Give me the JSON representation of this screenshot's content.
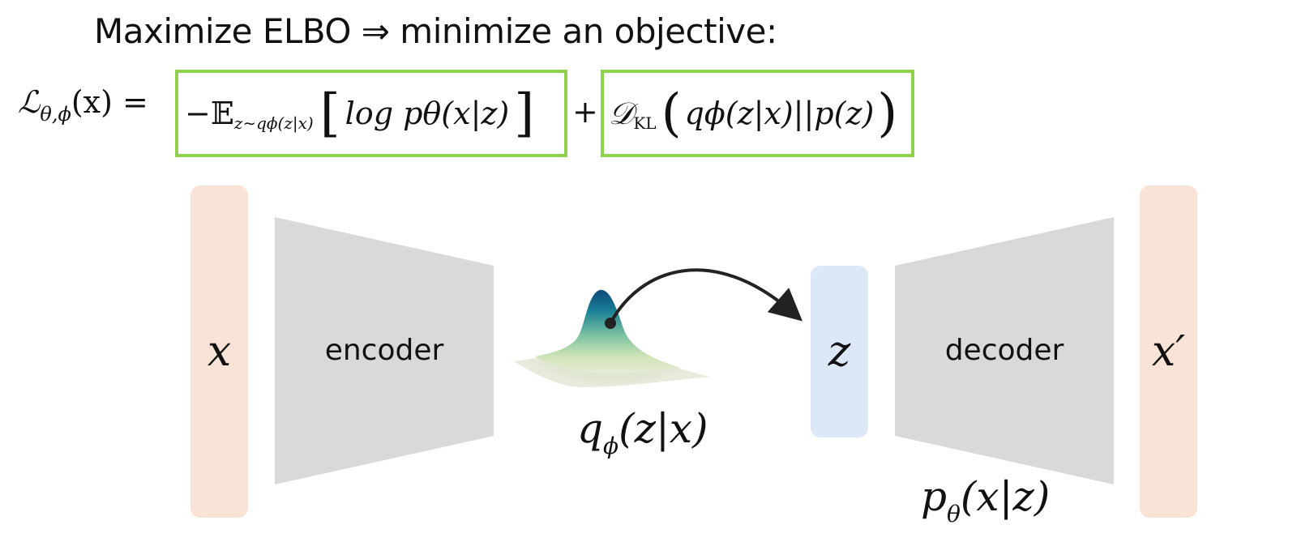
{
  "title": "Maximize ELBO ⇒ minimize an objective:",
  "formula": {
    "lhs_symbol": "ℒ",
    "lhs_subscript": "θ,ϕ",
    "lhs_arg": "(x) =",
    "term1": {
      "prefix": "−𝔼",
      "subscript": "z∼qϕ(z|x)",
      "open_bracket": "[",
      "body": "log pθ(x|z)",
      "close_bracket": "]"
    },
    "plus": "+",
    "term2": {
      "prefix": "𝒟",
      "subscript": "KL",
      "open_paren": "(",
      "body": "qϕ(z|x)||p(z)",
      "close_paren": ")"
    },
    "highlight_color": "#8fd14f"
  },
  "diagram": {
    "input_label": "x",
    "encoder_label": "encoder",
    "latent_label": "z",
    "decoder_label": "decoder",
    "output_label": "x′",
    "distribution_label": {
      "q": "q",
      "sub": "ϕ",
      "rest": "(z|x)"
    },
    "decoder_dist_label": {
      "p": "p",
      "sub": "θ",
      "rest": "(x|z)"
    },
    "colors": {
      "input_output_bar": "#f9e3d6",
      "latent_bar": "#dce8f5",
      "network_block": "#d9d9d9",
      "formula_box_border": "#8fd14f",
      "arrow": "#222222"
    }
  }
}
